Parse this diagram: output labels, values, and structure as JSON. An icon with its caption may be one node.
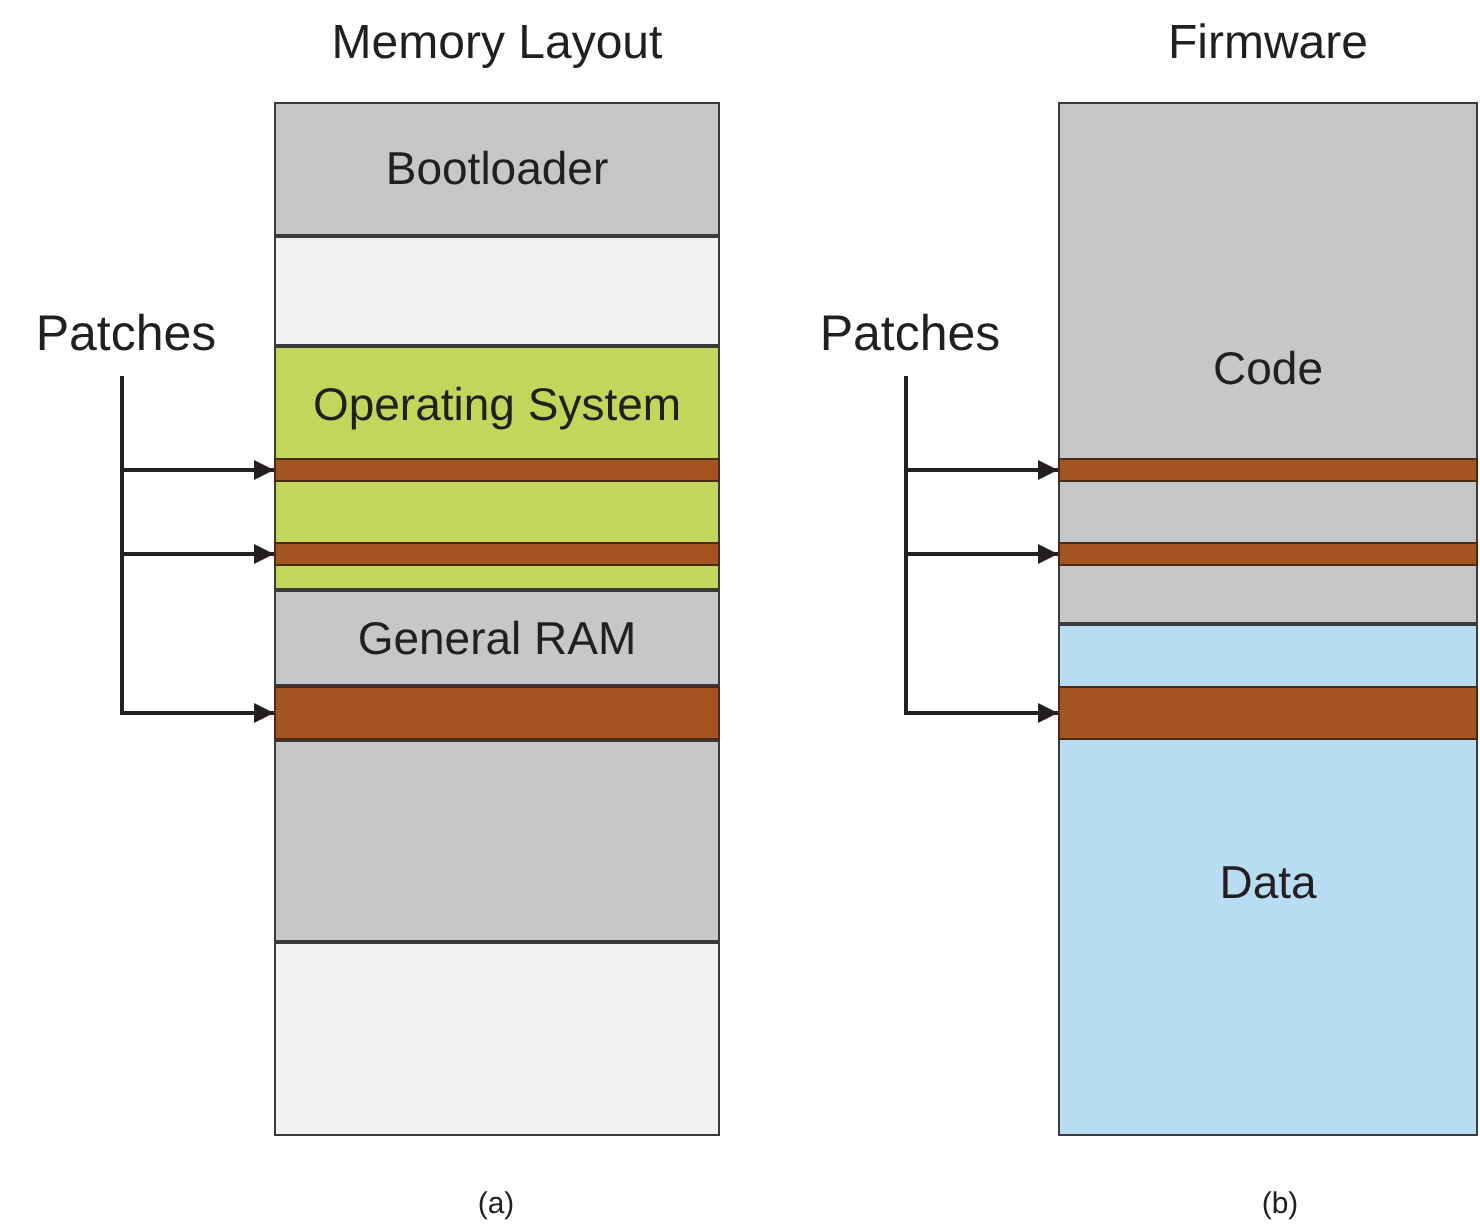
{
  "diagram": {
    "nodes": [
      {
        "text": [
          "Memory Layout"
        ]
      },
      {
        "text": [
          "Bootloader"
        ],
        "in": 0
      },
      {
        "text": [],
        "shape": "box",
        "in": 0
      },
      {
        "text": [
          "Operating System"
        ],
        "in": 0
      },
      {
        "text": [],
        "shape": "bar",
        "in": 3
      },
      {
        "text": [],
        "shape": "bar",
        "in": 3
      },
      {
        "text": [
          "General RAM"
        ],
        "in": 0
      },
      {
        "text": [],
        "shape": "bar",
        "in": 0
      },
      {
        "text": [],
        "shape": "box",
        "in": 0
      },
      {
        "text": [],
        "shape": "box",
        "in": 0
      },
      {
        "text": [
          "Patches"
        ]
      },
      {
        "text": [
          "Firmware"
        ]
      },
      {
        "text": [
          "Code"
        ],
        "in": 11
      },
      {
        "text": [],
        "shape": "bar",
        "in": 12
      },
      {
        "text": [],
        "shape": "bar",
        "in": 12
      },
      {
        "text": [
          "Data"
        ],
        "in": 11
      },
      {
        "text": [],
        "shape": "bar",
        "in": 15
      },
      {
        "text": [
          "Patches"
        ]
      }
    ],
    "edges": [
      {
        "from": 10,
        "to": 4,
        "arrow": "to"
      },
      {
        "from": 10,
        "to": 5,
        "arrow": "to"
      },
      {
        "from": 10,
        "to": 7,
        "arrow": "to"
      },
      {
        "from": 17,
        "to": 13,
        "arrow": "to"
      },
      {
        "from": 17,
        "to": 14,
        "arrow": "to"
      },
      {
        "from": 17,
        "to": 16,
        "arrow": "to"
      }
    ],
    "labels": [
      "(a)",
      "(b)"
    ]
  }
}
